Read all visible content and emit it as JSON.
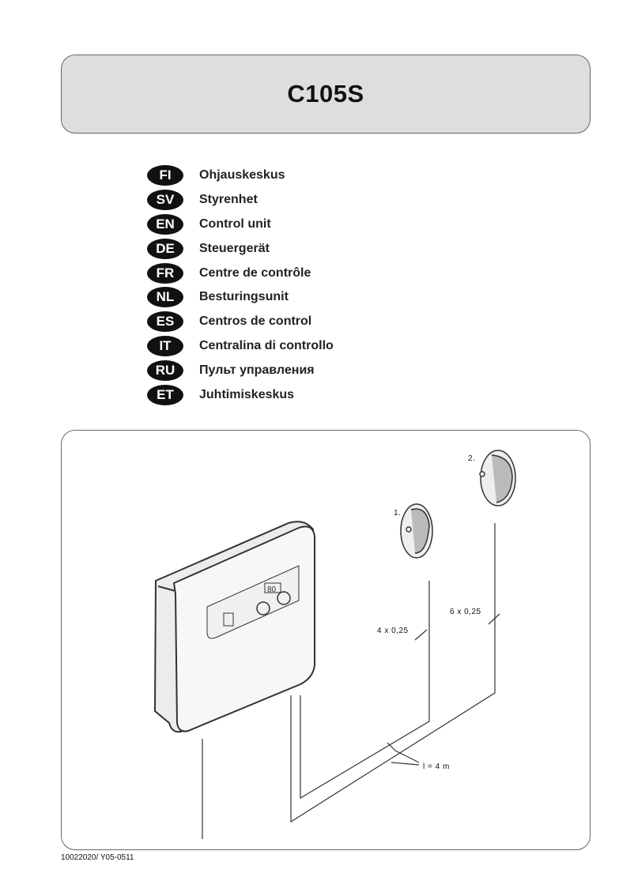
{
  "header": {
    "title": "C105S"
  },
  "languages": [
    {
      "code": "FI",
      "name": "Ohjauskeskus"
    },
    {
      "code": "SV",
      "name": "Styrenhet"
    },
    {
      "code": "EN",
      "name": "Control unit"
    },
    {
      "code": "DE",
      "name": "Steuergerät"
    },
    {
      "code": "FR",
      "name": "Centre de contrôle"
    },
    {
      "code": "NL",
      "name": "Besturingsunit"
    },
    {
      "code": "ES",
      "name": "Centros de control"
    },
    {
      "code": "IT",
      "name": "Centralina di controllo"
    },
    {
      "code": "RU",
      "name": "Пульт управления"
    },
    {
      "code": "ET",
      "name": "Juhtimiskeskus"
    }
  ],
  "figure": {
    "display_text": "80",
    "sensor_1_label": "1.",
    "sensor_2_label": "2.",
    "cable_1": "4 x 0,25",
    "cable_2": "6 x 0,25",
    "length": "l = 4 m"
  },
  "footer": {
    "code": "10022020/ Y05-0511"
  }
}
